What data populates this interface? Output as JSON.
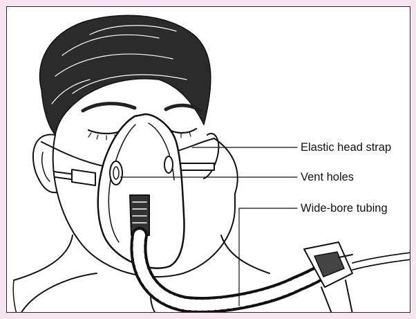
{
  "diagram": {
    "subject": "face-mask-with-wide-bore-tubing",
    "callouts": [
      {
        "id": "head-strap",
        "label": "Elastic head strap"
      },
      {
        "id": "vent-holes",
        "label": "Vent holes"
      },
      {
        "id": "tubing",
        "label": "Wide-bore tubing"
      }
    ]
  },
  "colors": {
    "page_background": "#f6e6ef",
    "figure_background": "#ffffff",
    "ink": "#111111"
  }
}
